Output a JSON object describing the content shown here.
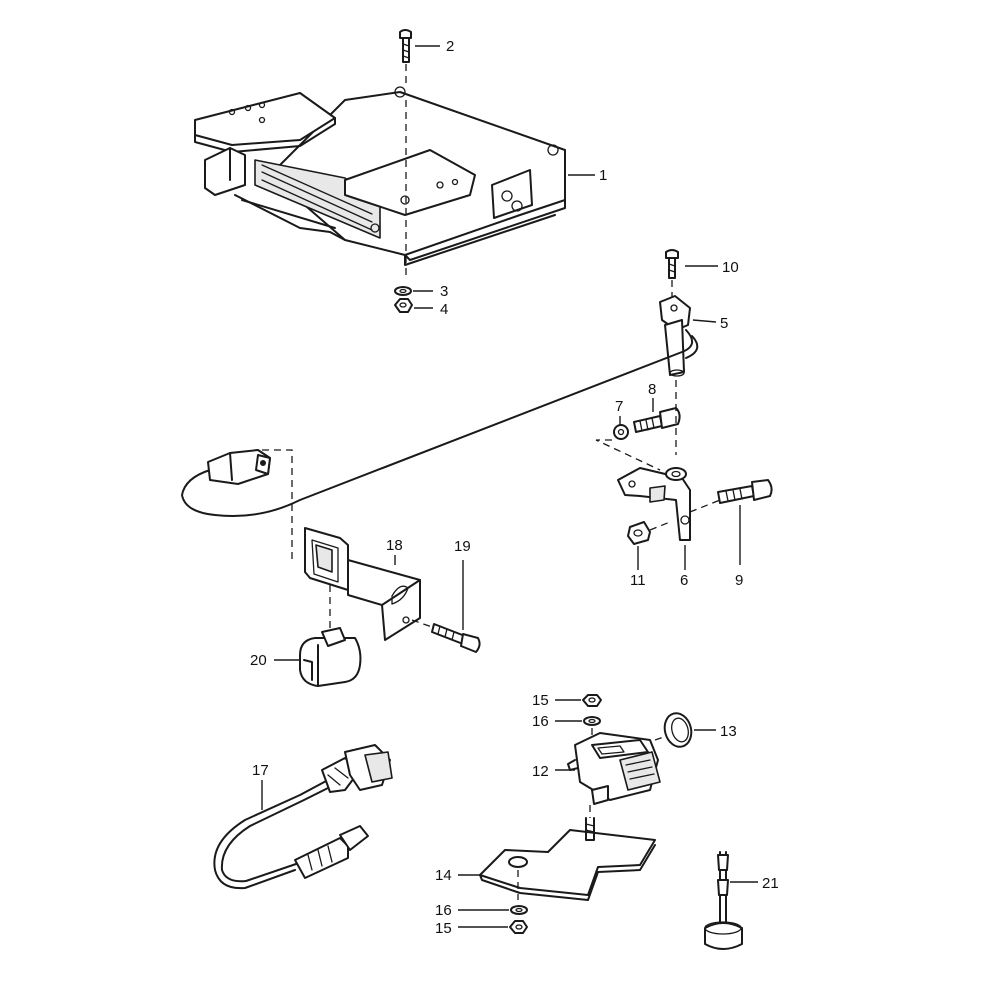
{
  "labels": {
    "p1": "1",
    "p2": "2",
    "p3": "3",
    "p4": "4",
    "p5": "5",
    "p6": "6",
    "p7": "7",
    "p8": "8",
    "p9": "9",
    "p10": "10",
    "p11": "11",
    "p12": "12",
    "p13": "13",
    "p14": "14",
    "p15a": "15",
    "p15b": "15",
    "p16a": "16",
    "p16b": "16",
    "p17": "17",
    "p18": "18",
    "p19": "19",
    "p20": "20",
    "p21": "21"
  },
  "colors": {
    "line": "#1a1a1a",
    "background": "#ffffff"
  }
}
